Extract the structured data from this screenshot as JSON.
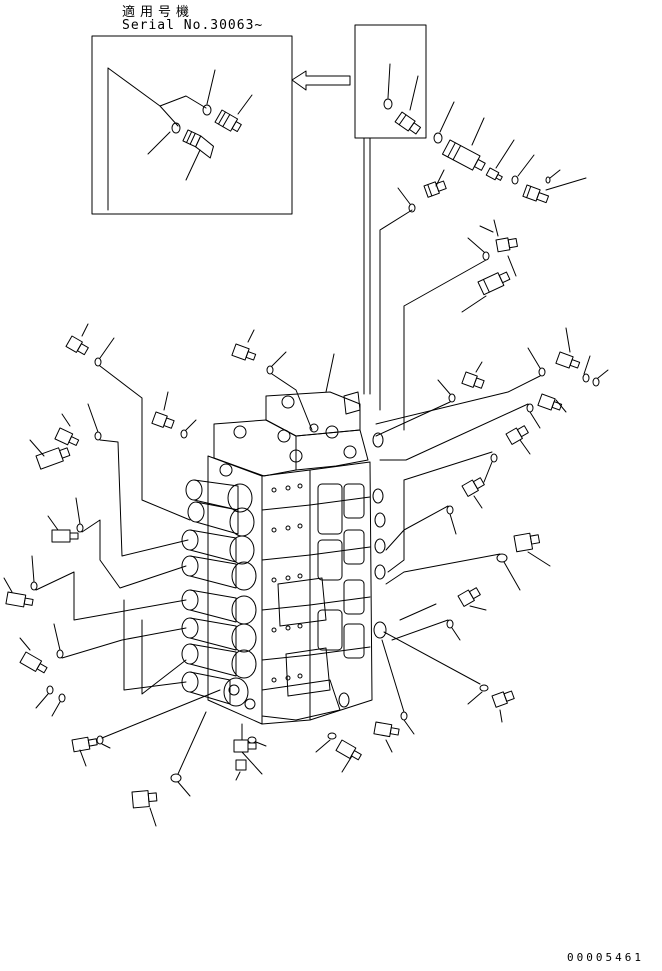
{
  "header": {
    "applicable_models": "適用号機",
    "serial": "Serial No.30063~"
  },
  "footer": {
    "drawing_number": "00005461"
  }
}
